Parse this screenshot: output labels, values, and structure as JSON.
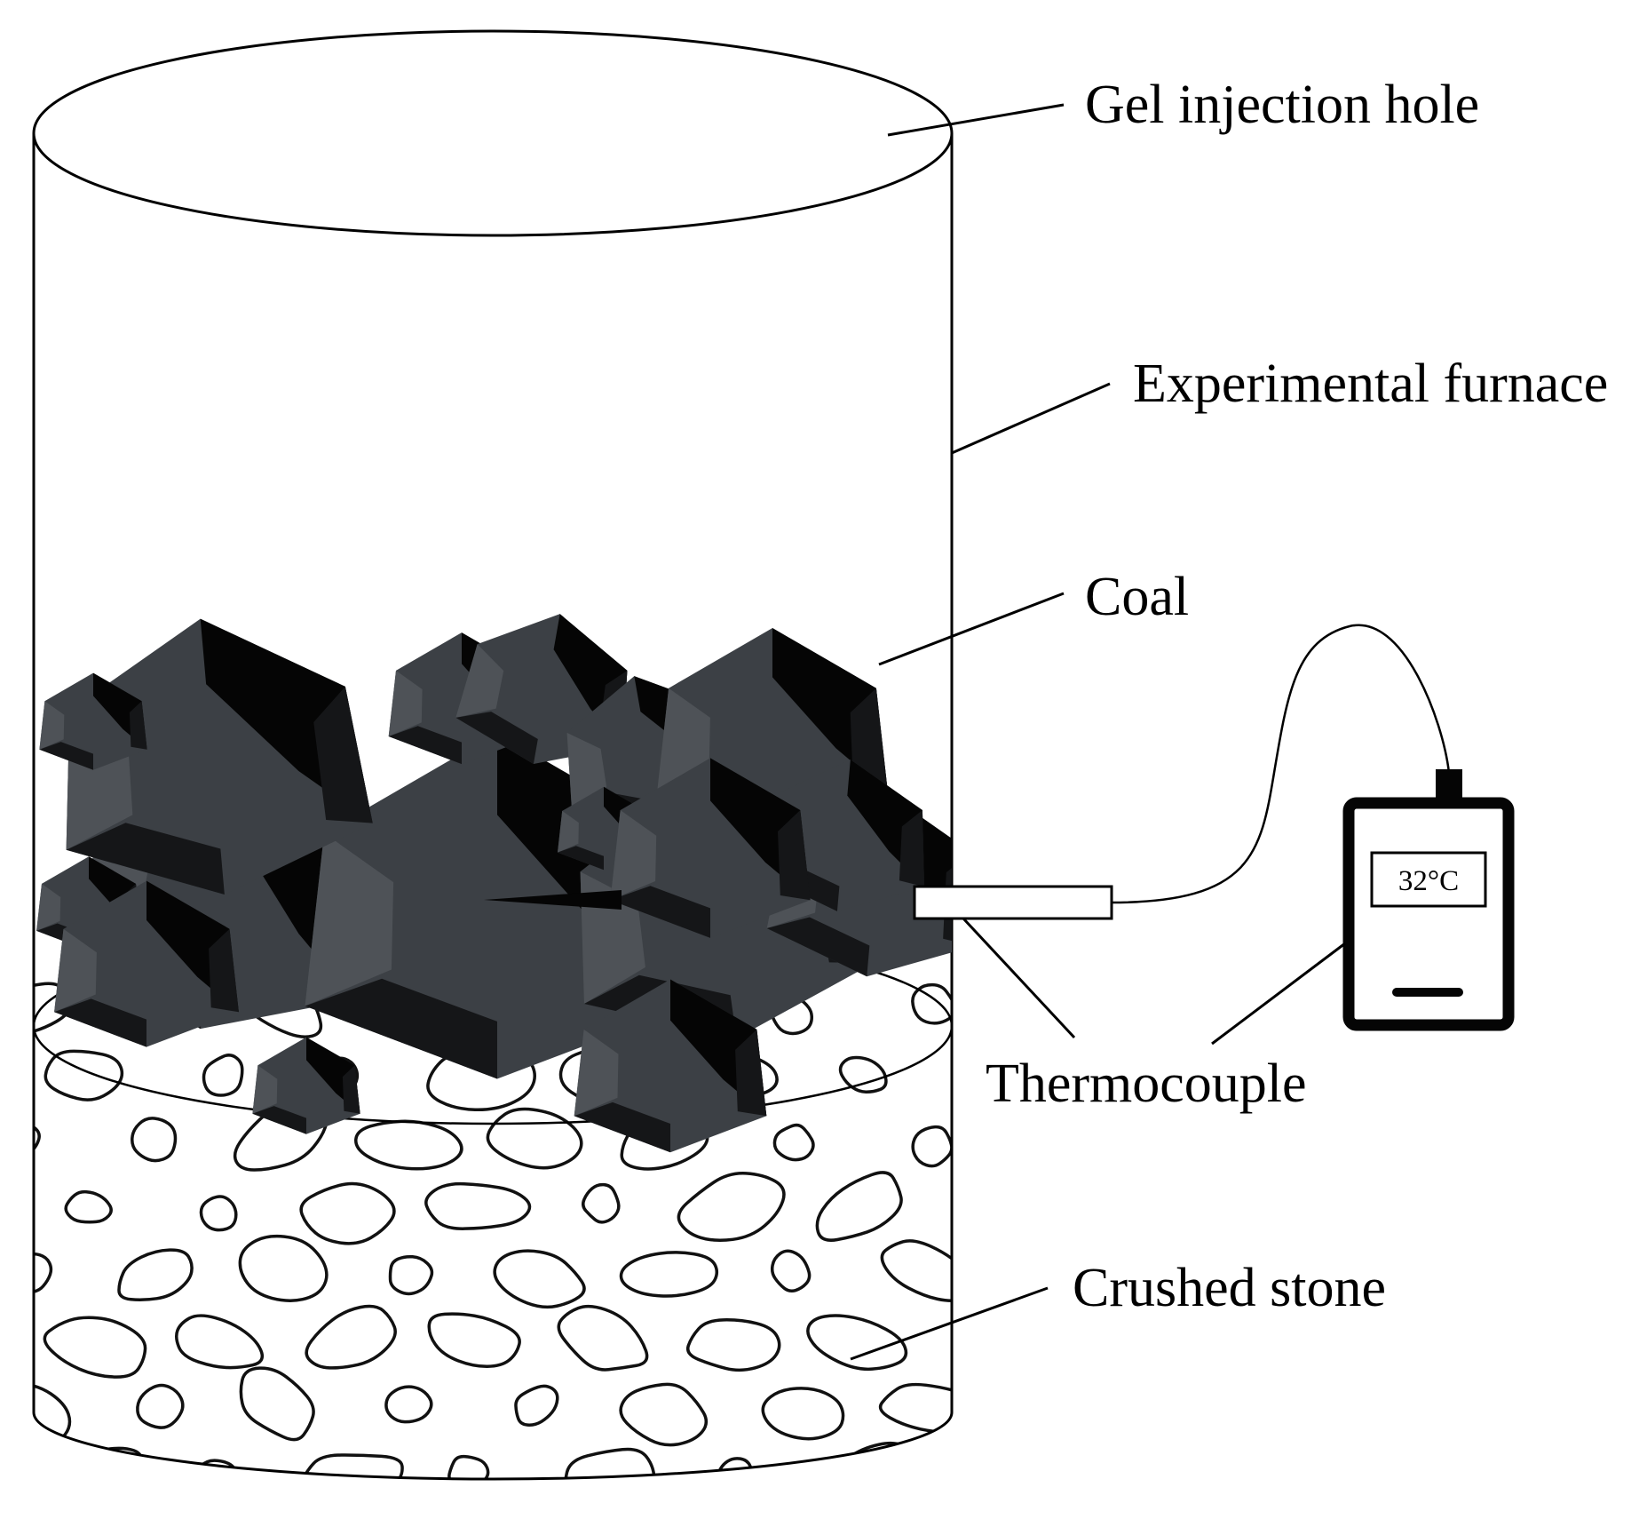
{
  "labels": {
    "gel_injection_hole": "Gel injection hole",
    "experimental_furnace": "Experimental furnace",
    "coal": "Coal",
    "thermocouple": "Thermocouple",
    "crushed_stone": "Crushed stone"
  },
  "meter": {
    "reading": "32°C"
  },
  "colors": {
    "coal_main": "#3c4045",
    "coal_light": "#4e5257",
    "coal_dark": "#151618",
    "coal_black": "#050505",
    "stroke": "#000000"
  }
}
